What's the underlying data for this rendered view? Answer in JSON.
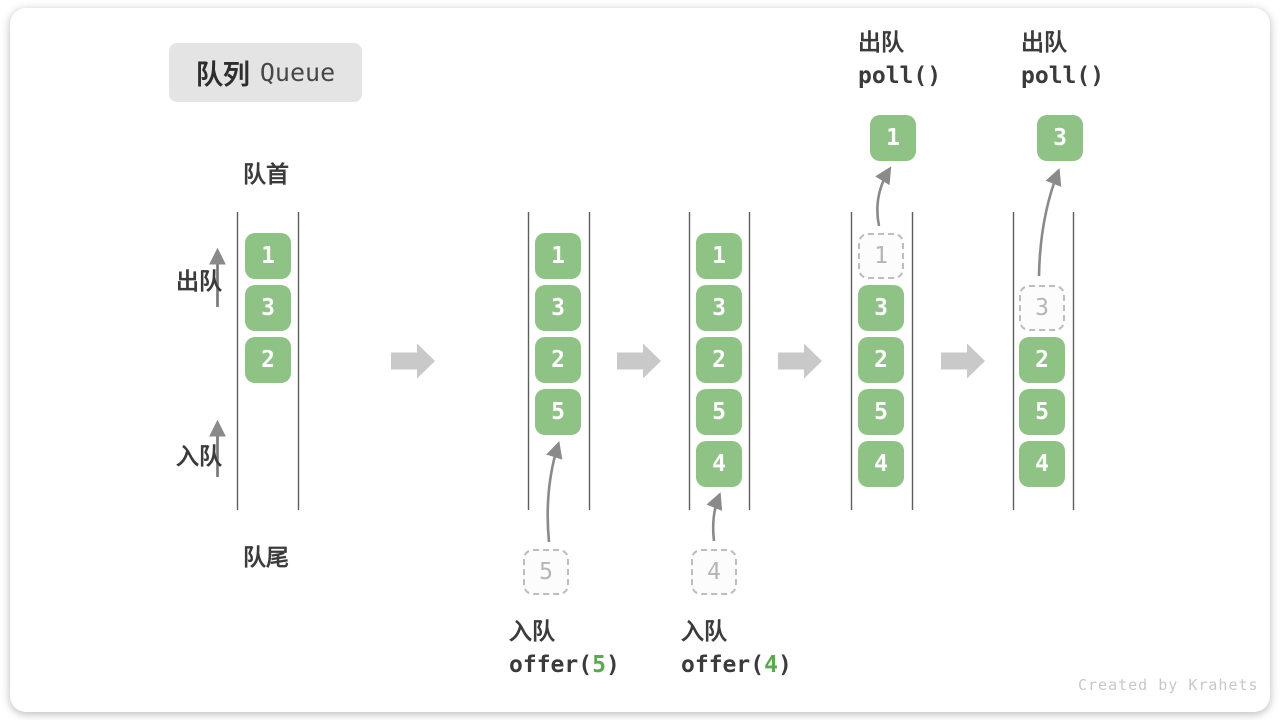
{
  "title": {
    "zh": "队列",
    "en": "Queue"
  },
  "labels": {
    "front": "队首",
    "rear": "队尾",
    "dequeue_side": "出队",
    "enqueue_side": "入队",
    "watermark": "Created by Krahets"
  },
  "queues": {
    "q1": {
      "items": [
        "1",
        "3",
        "2"
      ]
    },
    "q2": {
      "items": [
        "1",
        "3",
        "2",
        "5"
      ]
    },
    "q3": {
      "items": [
        "1",
        "3",
        "2",
        "5",
        "4"
      ]
    },
    "q4": {
      "ghost": "1",
      "items": [
        "3",
        "2",
        "5",
        "4"
      ]
    },
    "q5": {
      "ghost": "3",
      "items": [
        "2",
        "5",
        "4"
      ]
    }
  },
  "staging": {
    "enqueue5": "5",
    "enqueue4": "4"
  },
  "poll_out": {
    "first": "1",
    "second": "3"
  },
  "ops": {
    "offer5": {
      "label": "入队",
      "code_pre": "offer(",
      "arg": "5",
      "code_post": ")"
    },
    "offer4": {
      "label": "入队",
      "code_pre": "offer(",
      "arg": "4",
      "code_post": ")"
    },
    "poll1": {
      "label": "出队",
      "code": "poll()"
    },
    "poll2": {
      "label": "出队",
      "code": "poll()"
    }
  },
  "colors": {
    "box_green": "#8fc285",
    "code_arg_green": "#5aa850",
    "wall_gray": "#5e5e5e",
    "block_arrow_gray": "#c9c9c9",
    "thin_arrow_gray": "#8a8a8a",
    "ghost_gray": "#b5b5b5",
    "title_bg": "#e4e4e4"
  }
}
